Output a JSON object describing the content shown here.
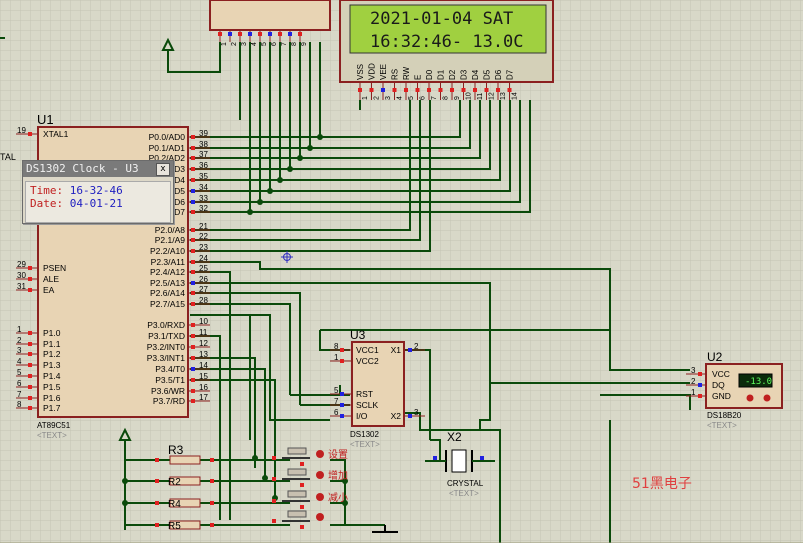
{
  "lcd": {
    "line1": "2021-01-04 SAT",
    "line2": "16:32:46- 13.0C",
    "pins": [
      "VSS",
      "VDD",
      "VEE",
      "RS",
      "RW",
      "E",
      "D0",
      "D1",
      "D2",
      "D3",
      "D4",
      "D5",
      "D6",
      "D7"
    ],
    "pin_numbers": [
      "1",
      "2",
      "3",
      "4",
      "5",
      "6",
      "7",
      "8",
      "9",
      "10",
      "11",
      "12",
      "13",
      "14"
    ]
  },
  "respack": {
    "pin_numbers": [
      "1",
      "2",
      "3",
      "4",
      "5",
      "6",
      "7",
      "8",
      "9"
    ]
  },
  "u1": {
    "ref": "U1",
    "part": "AT89C51",
    "text": "<TEXT>",
    "left_pins": [
      {
        "num": "19",
        "name": "XTAL1"
      },
      {
        "num": "29",
        "name": "PSEN"
      },
      {
        "num": "30",
        "name": "ALE"
      },
      {
        "num": "31",
        "name": "EA"
      },
      {
        "num": "1",
        "name": "P1.0"
      },
      {
        "num": "2",
        "name": "P1.1"
      },
      {
        "num": "3",
        "name": "P1.2"
      },
      {
        "num": "4",
        "name": "P1.3"
      },
      {
        "num": "5",
        "name": "P1.4"
      },
      {
        "num": "6",
        "name": "P1.5"
      },
      {
        "num": "7",
        "name": "P1.6"
      },
      {
        "num": "8",
        "name": "P1.7"
      }
    ],
    "right_pins": [
      {
        "num": "39",
        "name": "P0.0/AD0"
      },
      {
        "num": "38",
        "name": "P0.1/AD1"
      },
      {
        "num": "37",
        "name": "P0.2/AD2"
      },
      {
        "num": "36",
        "name": "P0.3/AD3"
      },
      {
        "num": "35",
        "name": "P0.4/AD4"
      },
      {
        "num": "34",
        "name": "P0.5/AD5"
      },
      {
        "num": "33",
        "name": "P0.6/AD6"
      },
      {
        "num": "32",
        "name": "P0.7/AD7"
      },
      {
        "num": "21",
        "name": "P2.0/A8"
      },
      {
        "num": "22",
        "name": "P2.1/A9"
      },
      {
        "num": "23",
        "name": "P2.2/A10"
      },
      {
        "num": "24",
        "name": "P2.3/A11"
      },
      {
        "num": "25",
        "name": "P2.4/A12"
      },
      {
        "num": "26",
        "name": "P2.5/A13"
      },
      {
        "num": "27",
        "name": "P2.6/A14"
      },
      {
        "num": "28",
        "name": "P2.7/A15"
      },
      {
        "num": "10",
        "name": "P3.0/RXD"
      },
      {
        "num": "11",
        "name": "P3.1/TXD"
      },
      {
        "num": "12",
        "name": "P3.2/INT0"
      },
      {
        "num": "13",
        "name": "P3.3/INT1"
      },
      {
        "num": "14",
        "name": "P3.4/T0"
      },
      {
        "num": "15",
        "name": "P3.5/T1"
      },
      {
        "num": "16",
        "name": "P3.6/WR"
      },
      {
        "num": "17",
        "name": "P3.7/RD"
      }
    ],
    "xtal2_fragment": "TAL"
  },
  "u3": {
    "ref": "U3",
    "part": "DS1302",
    "text": "<TEXT>",
    "pins_left": [
      {
        "num": "8",
        "name": "VCC1"
      },
      {
        "num": "1",
        "name": "VCC2"
      },
      {
        "num": "5",
        "name": "RST"
      },
      {
        "num": "7",
        "name": "SCLK"
      },
      {
        "num": "6",
        "name": "I/O"
      }
    ],
    "pins_right": [
      {
        "num": "2",
        "name": "X1"
      },
      {
        "num": "3",
        "name": "X2"
      }
    ]
  },
  "u2": {
    "ref": "U2",
    "part": "DS18B20",
    "text": "<TEXT>",
    "reading": "-13.0",
    "pins": [
      {
        "num": "3",
        "name": "VCC"
      },
      {
        "num": "2",
        "name": "DQ"
      },
      {
        "num": "1",
        "name": "GND"
      }
    ]
  },
  "x2": {
    "ref": "X2",
    "part": "CRYSTAL",
    "text": "<TEXT>"
  },
  "resistors": [
    {
      "ref": "R3"
    },
    {
      "ref": "R2"
    },
    {
      "ref": "R4"
    },
    {
      "ref": "R5"
    }
  ],
  "buttons": [
    {
      "label": "设置"
    },
    {
      "label": "增加"
    },
    {
      "label": "减小"
    }
  ],
  "watermark": "51黑电子",
  "popup": {
    "title": "DS1302 Clock - U3",
    "close": "x",
    "time_label": "Time:",
    "time_value": "16-32-46",
    "date_label": "Date:",
    "date_value": "04-01-21"
  }
}
